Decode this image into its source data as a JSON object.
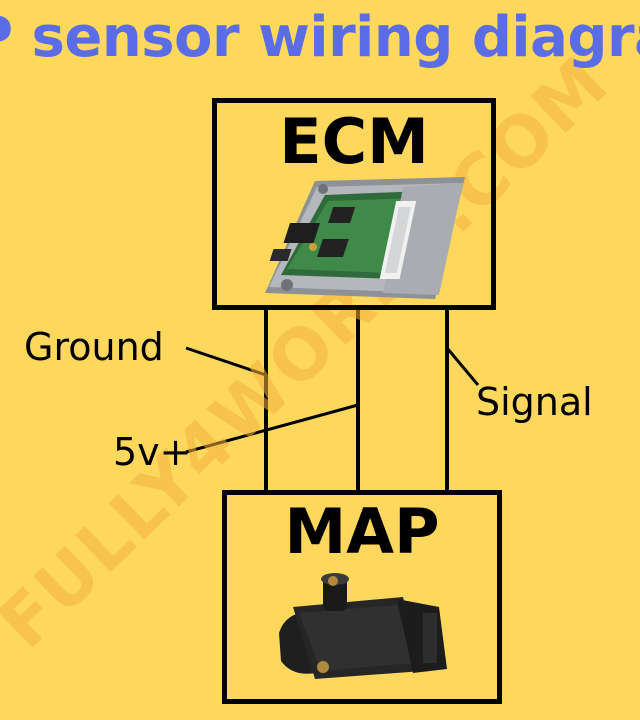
{
  "title": "P sensor wiring diagram",
  "watermark": "FULLY4WORLD.COM",
  "ecm": {
    "label": "ECM"
  },
  "map": {
    "label": "MAP"
  },
  "wires": {
    "ground": "Ground",
    "five_volt": "5v+",
    "signal": "Signal"
  },
  "colors": {
    "background": "#FDD85D",
    "title": "#5B6DE6",
    "line": "#000000",
    "watermark": "#F2B33A"
  }
}
